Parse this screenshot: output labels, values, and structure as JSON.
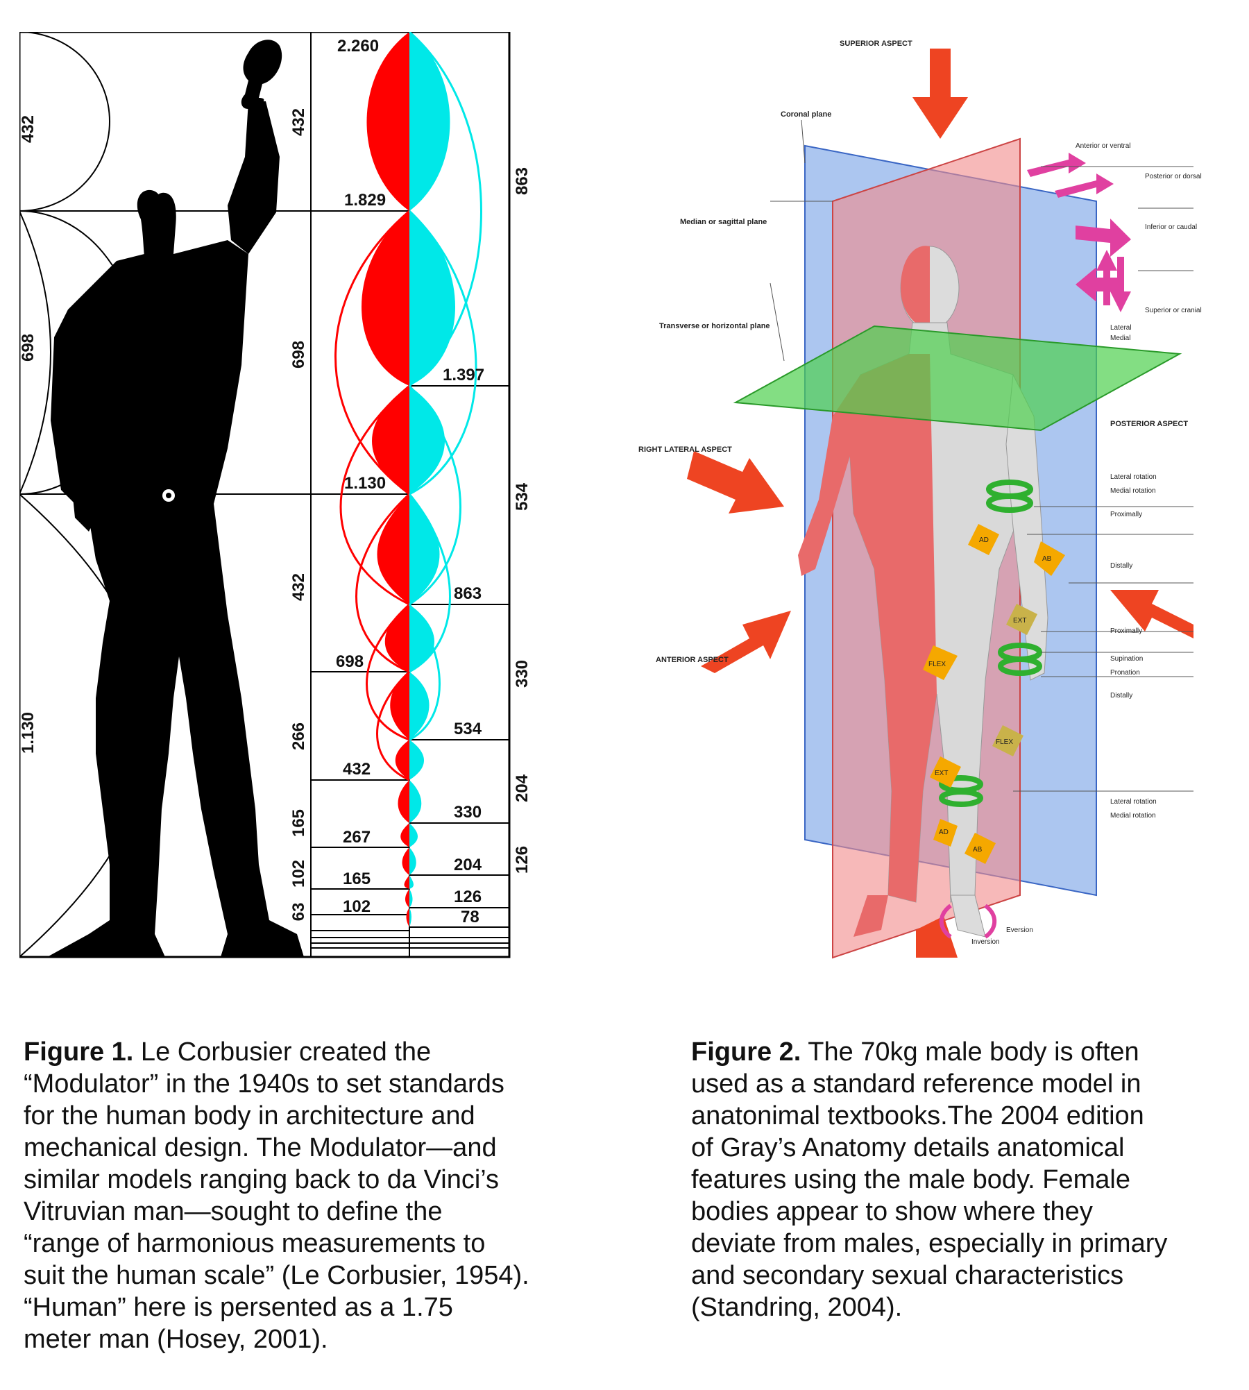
{
  "figure1": {
    "left_labels": [
      "432",
      "698",
      "1.130"
    ],
    "center_labels": [
      "432",
      "698",
      "432",
      "266",
      "165",
      "102",
      "63"
    ],
    "red_values": [
      "2.260",
      "1.829",
      "1.130",
      "698",
      "432",
      "267",
      "165",
      "102"
    ],
    "blue_values": [
      "1.397",
      "863",
      "534",
      "330",
      "204",
      "126",
      "78"
    ],
    "right_labels": [
      "863",
      "534",
      "330",
      "204",
      "126"
    ],
    "colors": {
      "red": "#ff0000",
      "blue": "#00e8e8",
      "figure": "#000000"
    }
  },
  "figure2": {
    "labels": {
      "superior": "SUPERIOR ASPECT",
      "coronal": "Coronal plane",
      "median": "Median or sagittal plane",
      "transverse": "Transverse or horizontal plane",
      "right_lateral": "RIGHT LATERAL ASPECT",
      "anterior": "ANTERIOR ASPECT",
      "posterior": "POSTERIOR ASPECT",
      "anterior_ventral": "Anterior or ventral",
      "posterior_dorsal": "Posterior or dorsal",
      "inferior_caudal": "Inferior or caudal",
      "superior_cranial": "Superior or cranial",
      "lateral": "Lateral",
      "medial": "Medial",
      "lateral_rotation_1": "Lateral rotation",
      "medial_rotation_1": "Medial rotation",
      "proximally_1": "Proximally",
      "distally_1": "Distally",
      "proximally_2": "Proximally",
      "supination": "Supination",
      "pronation": "Pronation",
      "distally_2": "Distally",
      "lateral_rotation_2": "Lateral rotation",
      "medial_rotation_2": "Medial rotation",
      "eversion": "Eversion",
      "inversion": "Inversion",
      "ad": "AD",
      "ab": "AB",
      "ext": "EXT",
      "flex": "FLEX"
    },
    "colors": {
      "coronal": "#7fa8e8",
      "sagittal": "#f28a8a",
      "transverse": "#4fd04f",
      "arrow": "#ee4422",
      "pink": "#e040a0",
      "orange": "#f5a800"
    }
  },
  "captions": {
    "cap1": {
      "bold": "Figure 1.",
      "lines": [
        " Le Corbusier created the",
        "“Modulator” in the 1940s to set standards",
        "for the human body in architecture and",
        "mechanical design. The Modulator—and",
        "similar models ranging back to da Vinci’s",
        "Vitruvian man—sought to define the",
        "“range of harmonious measurements to",
        "suit the human scale” (Le Corbusier, 1954).",
        "“Human” here is persented as a 1.75",
        "meter man (Hosey, 2001)."
      ]
    },
    "cap2": {
      "bold": "Figure 2.",
      "lines": [
        " The 70kg male body is often",
        "used as a standard reference model in",
        "anatonimal textbooks.The 2004 edition",
        "of Gray’s Anatomy details anatomical",
        "features using the male body. Female",
        "bodies appear to show where they",
        "deviate from males, especially in primary",
        "and secondary sexual characteristics",
        "(Standring, 2004)."
      ]
    }
  }
}
